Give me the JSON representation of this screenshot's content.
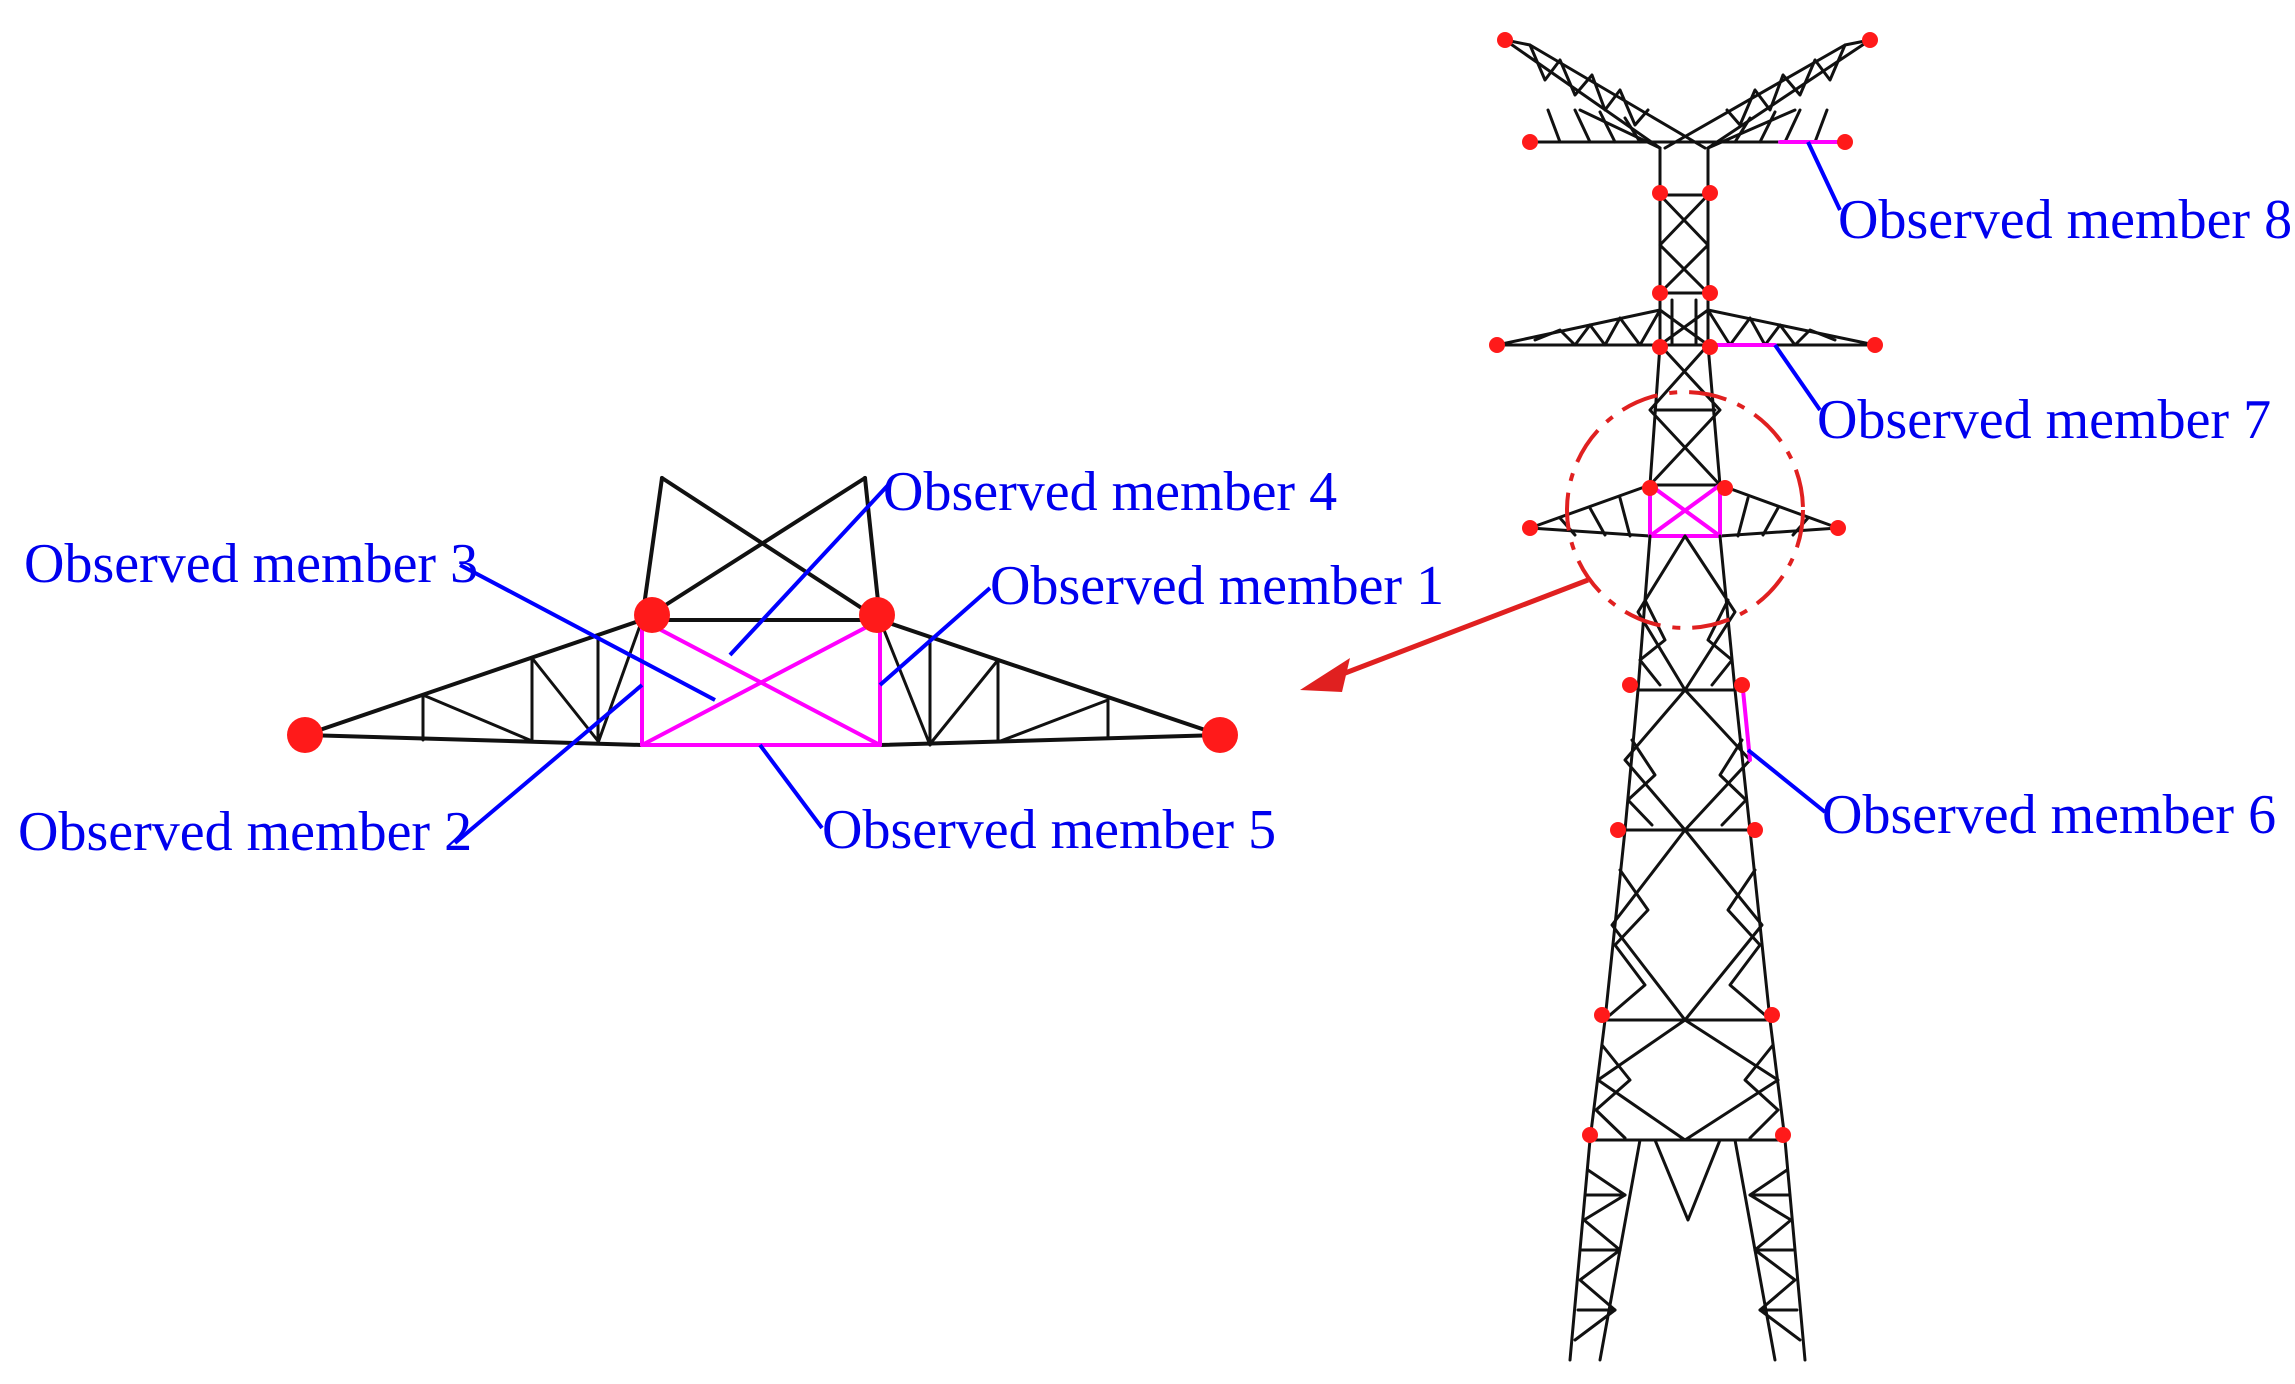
{
  "colors": {
    "structure": "#111111",
    "observed_member": "#ff00ff",
    "leader_and_label": "#0000ee",
    "node": "#ff1a1a",
    "detail_circle_and_arrow": "#e02020"
  },
  "labels": {
    "member1": "Observed member 1",
    "member2": "Observed member 2",
    "member3": "Observed member 3",
    "member4": "Observed member 4",
    "member5": "Observed member 5",
    "member6": "Observed member 6",
    "member7": "Observed member 7",
    "member8": "Observed member 8"
  }
}
